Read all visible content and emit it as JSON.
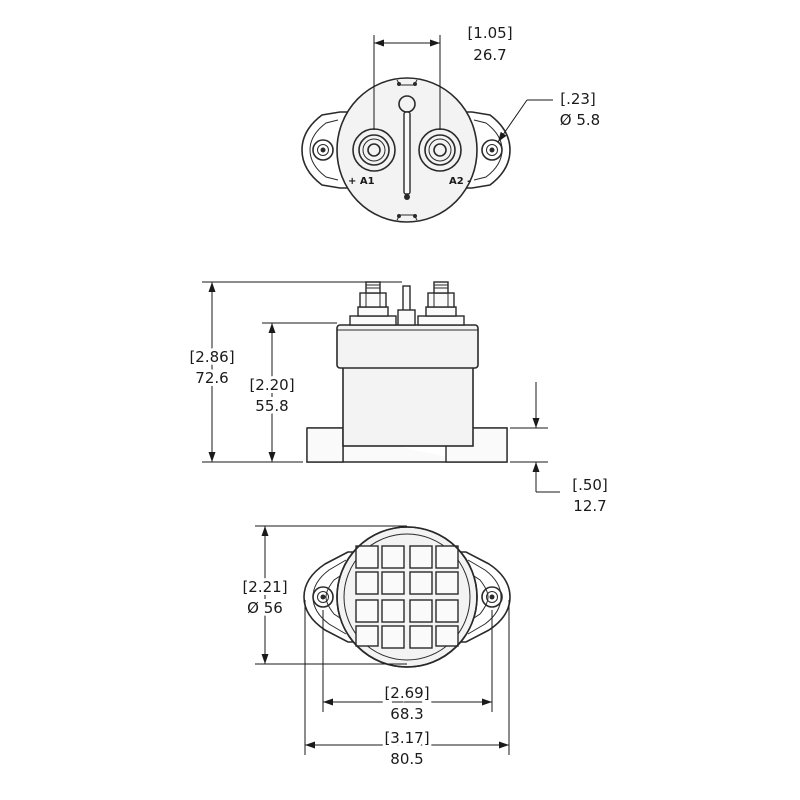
{
  "top_view": {
    "terminal_spacing": {
      "inch": "[1.05]",
      "mm": "26.7"
    },
    "mount_hole": {
      "inch": "[.23]",
      "mm": "Ø 5.8"
    },
    "terminal_labels": {
      "a1": "+ A1",
      "a2": "A2 -"
    }
  },
  "side_view": {
    "overall_height": {
      "inch": "[2.86]",
      "mm": "72.6"
    },
    "body_height": {
      "inch": "[2.20]",
      "mm": "55.8"
    },
    "flange_height": {
      "inch": "[.50]",
      "mm": "12.7"
    }
  },
  "bottom_view": {
    "body_diameter": {
      "inch": "[2.21]",
      "mm": "Ø 56"
    },
    "hole_spacing": {
      "inch": "[2.69]",
      "mm": "68.3"
    },
    "overall_width": {
      "inch": "[3.17]",
      "mm": "80.5"
    }
  }
}
